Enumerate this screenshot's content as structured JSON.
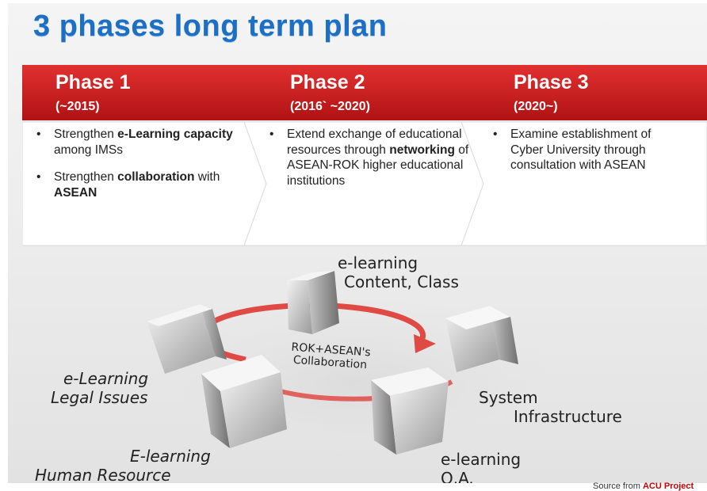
{
  "title": "3 phases long term plan",
  "phases": [
    {
      "name": "Phase 1",
      "years": "(~2015)",
      "bullets": [
        [
          {
            "t": "Strengthen "
          },
          {
            "t": "e-Learning capacity",
            "b": true
          },
          {
            "t": " among IMSs"
          }
        ],
        [
          {
            "t": "Strengthen "
          },
          {
            "t": "collaboration",
            "b": true
          },
          {
            "t": " with "
          },
          {
            "t": "ASEAN",
            "b": true
          }
        ]
      ]
    },
    {
      "name": "Phase 2",
      "years": "(2016` ~2020)",
      "bullets": [
        [
          {
            "t": "Extend exchange of educational resources through "
          },
          {
            "t": "networking",
            "b": true
          },
          {
            "t": " of ASEAN-ROK higher educational institutions"
          }
        ]
      ]
    },
    {
      "name": "Phase 3",
      "years": "(2020~)",
      "bullets": [
        [
          {
            "t": "Examine establishment of Cyber University through consultation with ASEAN"
          }
        ]
      ]
    }
  ],
  "diagram": {
    "center": "ROK+ASEAN's Collaboration",
    "labels": {
      "content_class_1": "e-learning",
      "content_class_2": "Content, Class",
      "system_1": "System",
      "system_2": "Infrastructure",
      "qa_1": "e-learning",
      "qa_2": "Q.A.",
      "hr_1": "E-learning",
      "hr_2": "Human Resource",
      "legal_1": "e-Learning",
      "legal_2": "Legal Issues"
    }
  },
  "source": {
    "prefix": "Source from ",
    "highlight": "ACU Project"
  },
  "colors": {
    "title": "#1d6fc4",
    "phase_red": "#c8191b",
    "arrow_red": "#e04a45"
  }
}
